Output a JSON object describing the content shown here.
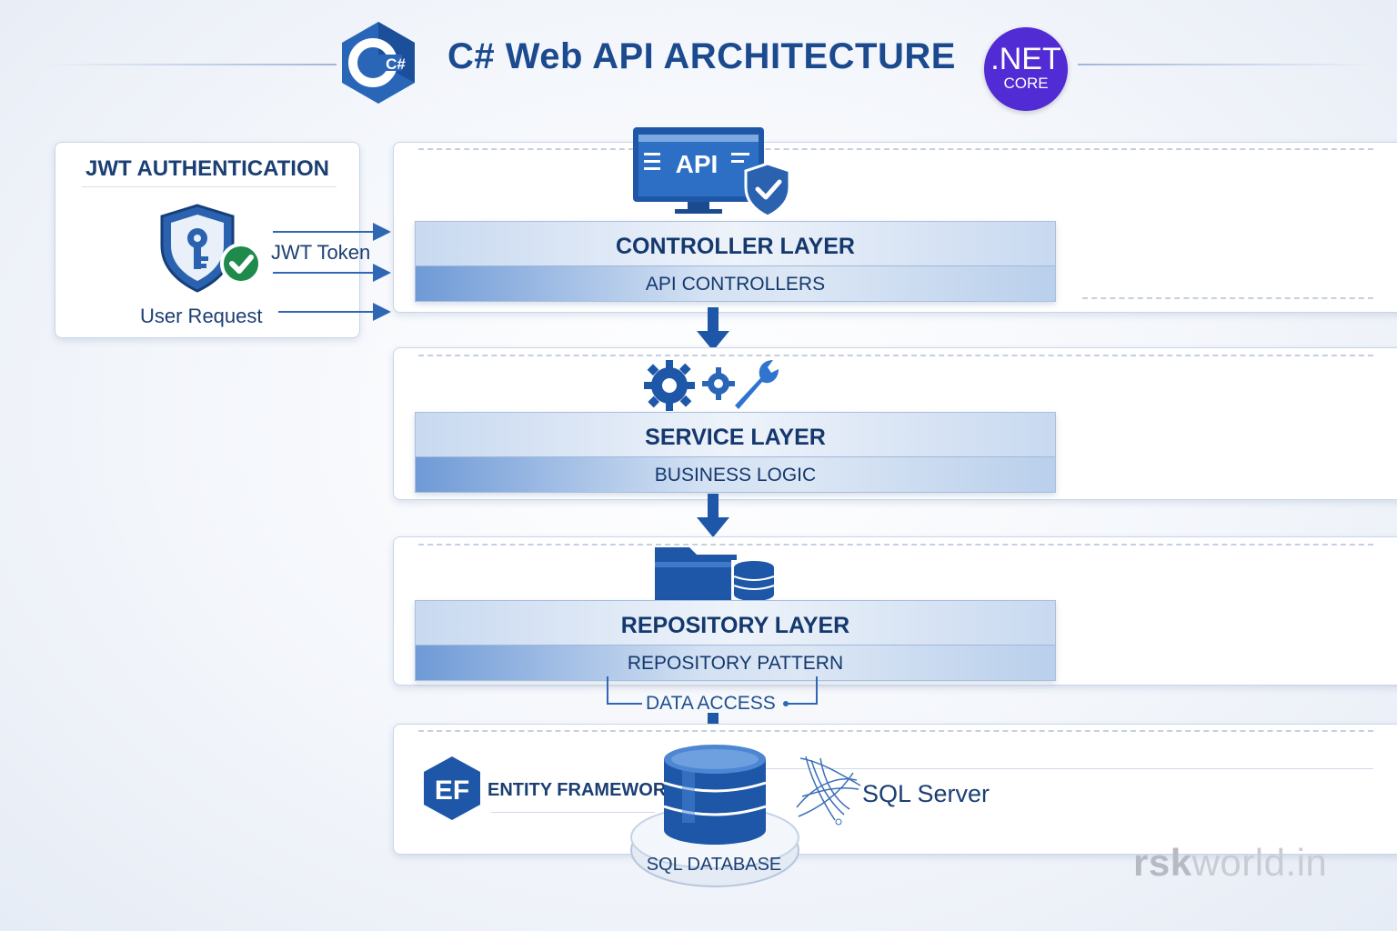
{
  "header": {
    "title": "C# Web API ARCHITECTURE",
    "csharp_logo_text": "C#",
    "net_badge": {
      "line1": ".NET",
      "line2": "CORE"
    }
  },
  "auth": {
    "title": "JWT AUTHENTICATION",
    "token_label": "JWT Token",
    "request_label": "User Request"
  },
  "layers": [
    {
      "title": "CONTROLLER LAYER",
      "subtitle": "API CONTROLLERS",
      "icon": "api-monitor-icon",
      "icon_text": "API"
    },
    {
      "title": "SERVICE LAYER",
      "subtitle": "BUSINESS LOGIC",
      "icon": "gears-wrench-icon"
    },
    {
      "title": "REPOSITORY LAYER",
      "subtitle": "REPOSITORY PATTERN",
      "icon": "folder-database-icon"
    }
  ],
  "data_access_label": "DATA ACCESS",
  "data_tier": {
    "ef_badge": "EF",
    "ef_label": "ENTITY FRAMEWORK",
    "sql_server_label": "SQL Server",
    "database_label": "SQL DATABASE"
  },
  "watermark": {
    "bold_part": "rsk",
    "rest": "world.in"
  },
  "colors": {
    "primary_dark": "#1b4a8e",
    "primary": "#2462b6",
    "net_purple": "#512bd4",
    "check_green": "#1e8a4c"
  }
}
